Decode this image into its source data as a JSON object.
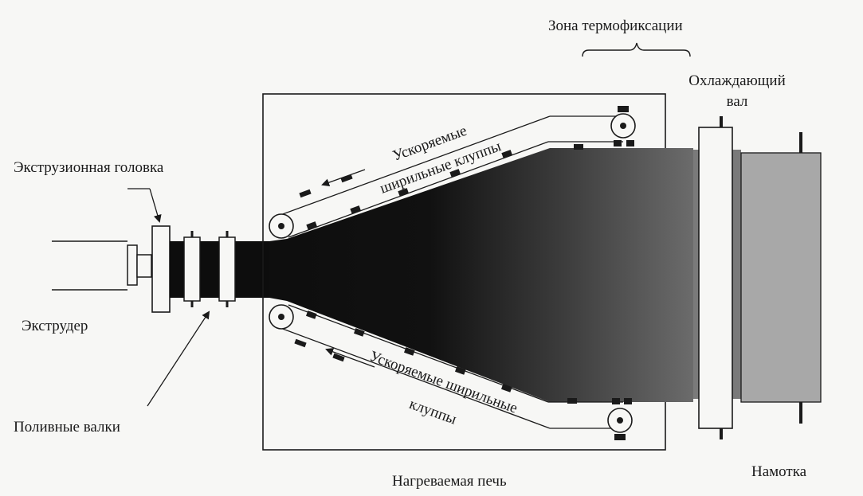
{
  "labels": {
    "heatset_zone": "Зона термофиксации",
    "chill_roll_line1": "Охлаждающий",
    "chill_roll_line2": "вал",
    "die_head": "Экструзионная головка",
    "extruder": "Экструдер",
    "casting_rolls": "Поливные валки",
    "oven": "Нагреваемая печь",
    "winding": "Намотка",
    "upper_clips_line1": "Ускоряемые",
    "upper_clips_line2": "ширильные клуппы",
    "lower_clips_line1": "Ускоряемые ширильные",
    "lower_clips_line2": "клуппы"
  },
  "colors": {
    "ink": "#1a1a1a",
    "film_dark": "#0d0d0d",
    "film_mid": "#6a6a6a",
    "film_light": "#a8a8a8",
    "paper": "#f7f7f5"
  }
}
